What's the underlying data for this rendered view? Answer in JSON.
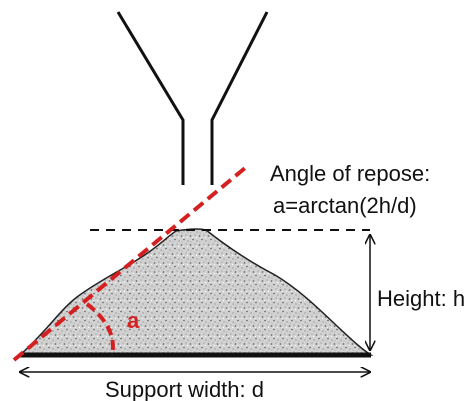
{
  "labels": {
    "angle_title": "Angle of repose:",
    "formula": "a=arctan(2h/d)",
    "height": "Height: h",
    "width": "Support width: d",
    "angle_symbol": "a"
  },
  "colors": {
    "line": "#111111",
    "accent": "#d42020",
    "pile_fill": "#cfcfcf",
    "pile_speckle": "#6f6f6f"
  }
}
